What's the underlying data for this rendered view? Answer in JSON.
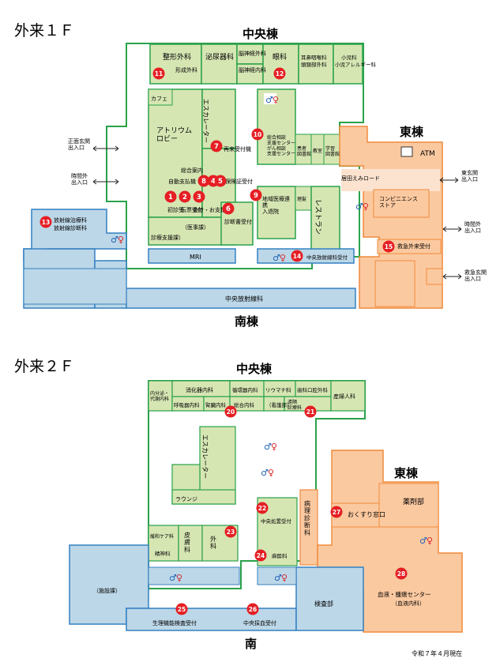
{
  "floor1": {
    "title": "外来１Ｆ",
    "wing_central": "中央棟",
    "wing_east": "東棟",
    "wing_south": "南棟",
    "rooms": {
      "orthopedics": "整形外科",
      "plastic": "形成外科",
      "urology": "泌尿器科",
      "neurosurgery": "脳神経外科",
      "neurology": "脳神経内科",
      "ophthalmology": "眼科",
      "ent": "耳鼻咽喉科",
      "headneck": "頭頸部外科",
      "pediatrics": "小児科",
      "ped_allergy": "小児アレルギー科",
      "cafe": "カフェ",
      "atrium": "アトリウム\nロビー",
      "escalator": "エスカレーター",
      "first_visit": "再来受付機",
      "info": "総合案内",
      "auto_pay": "自動支払機",
      "insurance": "保険証受付",
      "shoshin": "初診受",
      "denpyo": "伝票受付",
      "kaikei": "会計・お支払い",
      "ijika": "（医事課）",
      "shindansho": "診断書受付",
      "kaigo": "診療支援課）",
      "consult": "総合相談\n支援センター\nがん相談\n支援センター",
      "kanja": "患者\n図書館",
      "kyoshitsu": "教室",
      "gakushu": "学習\n図書館",
      "atm": "ATM",
      "road": "居田えみロード",
      "restaurant": "レストラン",
      "conv": "コンビニエンス\nストア",
      "regional": "地域医療連\n携\n入退院",
      "riyou": "理髪",
      "radio_treat": "放射線治療科",
      "radio_diag": "放射線診断科",
      "mri": "MRI",
      "central_radio_recept": "中央放射線科受付",
      "central_radio": "中央放射線科",
      "er": "救急外来受付"
    },
    "entrances": {
      "front": "正面玄関\n出入口",
      "afterhours_w": "時間外\n出入口",
      "east": "東玄関\n出入口",
      "afterhours_e": "時間外\n出入口",
      "er_entrance": "救急玄関\n出入口"
    },
    "markers": [
      "1",
      "2",
      "3",
      "4",
      "5",
      "6",
      "7",
      "8",
      "9",
      "10",
      "11",
      "12",
      "13",
      "14",
      "15"
    ]
  },
  "floor2": {
    "title": "外来２Ｆ",
    "wing_central": "中央棟",
    "wing_east": "東棟",
    "wing_south": "南",
    "rooms": {
      "endocrine": "内分泌・\n代謝内科",
      "gastro": "消化器内科",
      "cardio": "循環器内科",
      "rheum": "リウマチ科",
      "dental": "歯科口腔外科",
      "obgyn": "産婦人科",
      "respiratory": "呼吸器内科",
      "kidney": "腎臓内科",
      "general": "総合内科",
      "nursing": "（看護部）",
      "remote": "遠隔\n診療科",
      "escalator": "エスカレーター",
      "lounge": "ラウンジ",
      "palliative": "緩和ケア科",
      "psychiatry": "精神科",
      "derma": "皮\n膚\n科",
      "surgery": "外\n科",
      "central_treat": "中央処置受付",
      "anesthesia": "麻酔科",
      "pathology": "病\n理\n診\n断\n科",
      "pharmacy": "薬剤部",
      "okusuri": "おくすり窓口",
      "blood": "血液・腫瘍センター",
      "blood_sub": "（血液内科）",
      "facility": "（施設課）",
      "kensa": "検査部",
      "physio": "生理機能検査受付",
      "blood_draw": "中央採血受付"
    },
    "markers": [
      "20",
      "21",
      "22",
      "23",
      "24",
      "25",
      "26",
      "27",
      "28"
    ]
  },
  "footer_date": "令和７年４月現在",
  "colors": {
    "green": "#2aa24a",
    "green_fill": "#d6e6b3",
    "blue": "#3380c1",
    "blue_fill": "#bcd7e8",
    "orange": "#f08a3c",
    "orange_fill": "#fbc9a0",
    "marker": "#e51f24"
  }
}
